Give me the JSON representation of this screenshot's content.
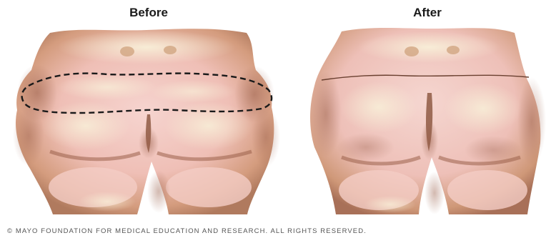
{
  "panels": {
    "before": {
      "label": "Before"
    },
    "after": {
      "label": "After"
    }
  },
  "colors": {
    "skin_light": "#f2c7c2",
    "skin_mid": "#d6a07e",
    "skin_shadow": "#a8705a",
    "skin_highlight": "#f6ecd2",
    "incision_line": "#6a4030",
    "dashed_marking": "#1a1a1a",
    "background": "#ffffff"
  },
  "icons": {
    "before_figure": "buttocks-before-surgery-illustration",
    "after_figure": "buttocks-after-surgery-illustration"
  },
  "footer": {
    "copyright": "© MAYO FOUNDATION FOR MEDICAL EDUCATION AND RESEARCH. ALL RIGHTS RESERVED."
  }
}
